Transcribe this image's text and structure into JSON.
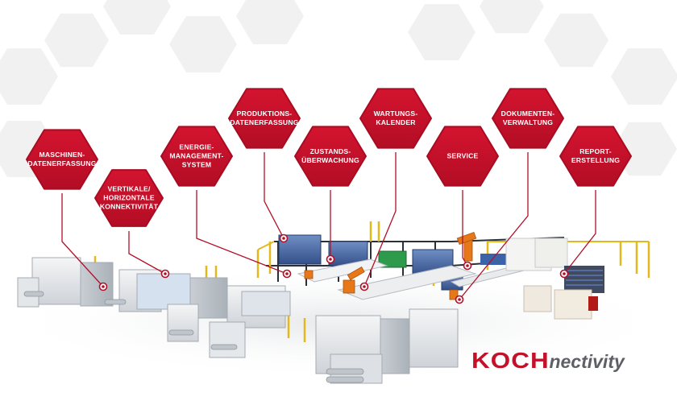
{
  "features": [
    {
      "id": "maschinendatenerfassung",
      "label": "MASCHINEN-\nDATENERFASSUNG"
    },
    {
      "id": "vertikale-horizontale-konnektivitaet",
      "label": "VERTIKALE/\nHORIZONTALE\nKONNEKTIVITÄT"
    },
    {
      "id": "energiemanagementsystem",
      "label": "ENERGIE-\nMANAGEMENT-\nSYSTEM"
    },
    {
      "id": "produktionsdatenerfassung",
      "label": "PRODUKTIONS-\nDATENERFASSUNG"
    },
    {
      "id": "zustandsueberwachung",
      "label": "ZUSTANDS-\nÜBERWACHUNG"
    },
    {
      "id": "wartungskalender",
      "label": "WARTUNGS-\nKALENDER"
    },
    {
      "id": "service",
      "label": "SERVICE"
    },
    {
      "id": "dokumentenverwaltung",
      "label": "DOKUMENTEN-\nVERWALTUNG"
    },
    {
      "id": "reporterstellung",
      "label": "REPORT-\nERSTELLUNG"
    }
  ],
  "logo": {
    "brand": "KOCH",
    "suffix": "nectivity"
  },
  "colors": {
    "hex_red": "#c4112a",
    "hex_red_dark": "#a80c22",
    "line": "#b01028",
    "logo_grey": "#5e6066",
    "bg_hex": "#f1f1f1"
  },
  "icons": [
    "hexagon",
    "factory-machine",
    "robot-arm"
  ]
}
